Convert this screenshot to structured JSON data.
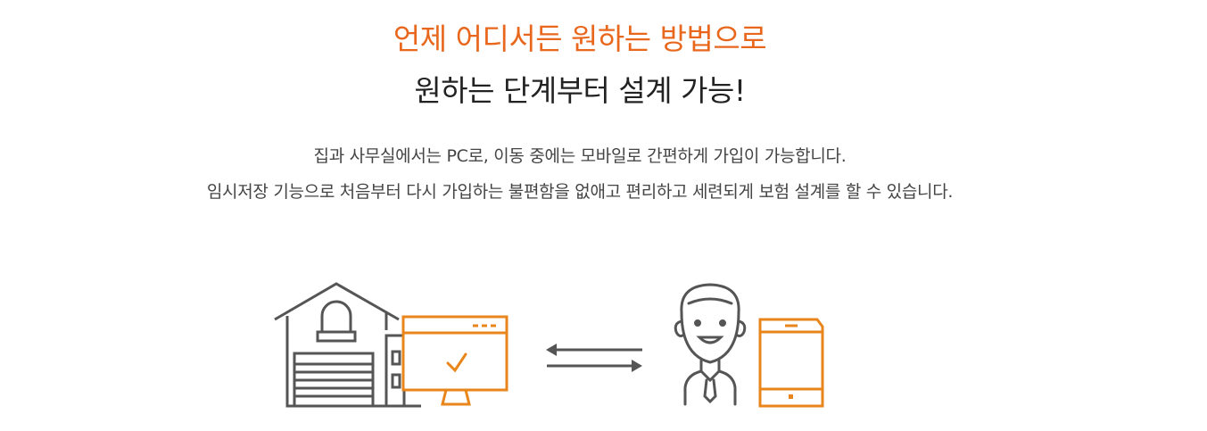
{
  "headline": {
    "line1": "언제 어디서든 원하는 방법으로",
    "line2": "원하는 단계부터 설계 가능!"
  },
  "description": {
    "line1": "집과 사무실에서는 PC로, 이동 중에는 모바일로 간편하게 가입이 가능합니다.",
    "line2": "임시저장 기능으로 처음부터 다시 가입하는 불편함을 없애고 편리하고 세련되게 보험 설계를 할 수 있습니다."
  },
  "colors": {
    "accent": "#e8671c",
    "line_gray": "#555555",
    "text_dark": "#222222"
  },
  "icons": [
    "house-icon",
    "pc-monitor-icon",
    "checkmark-icon",
    "sync-arrows-icon",
    "person-icon",
    "tablet-icon"
  ]
}
